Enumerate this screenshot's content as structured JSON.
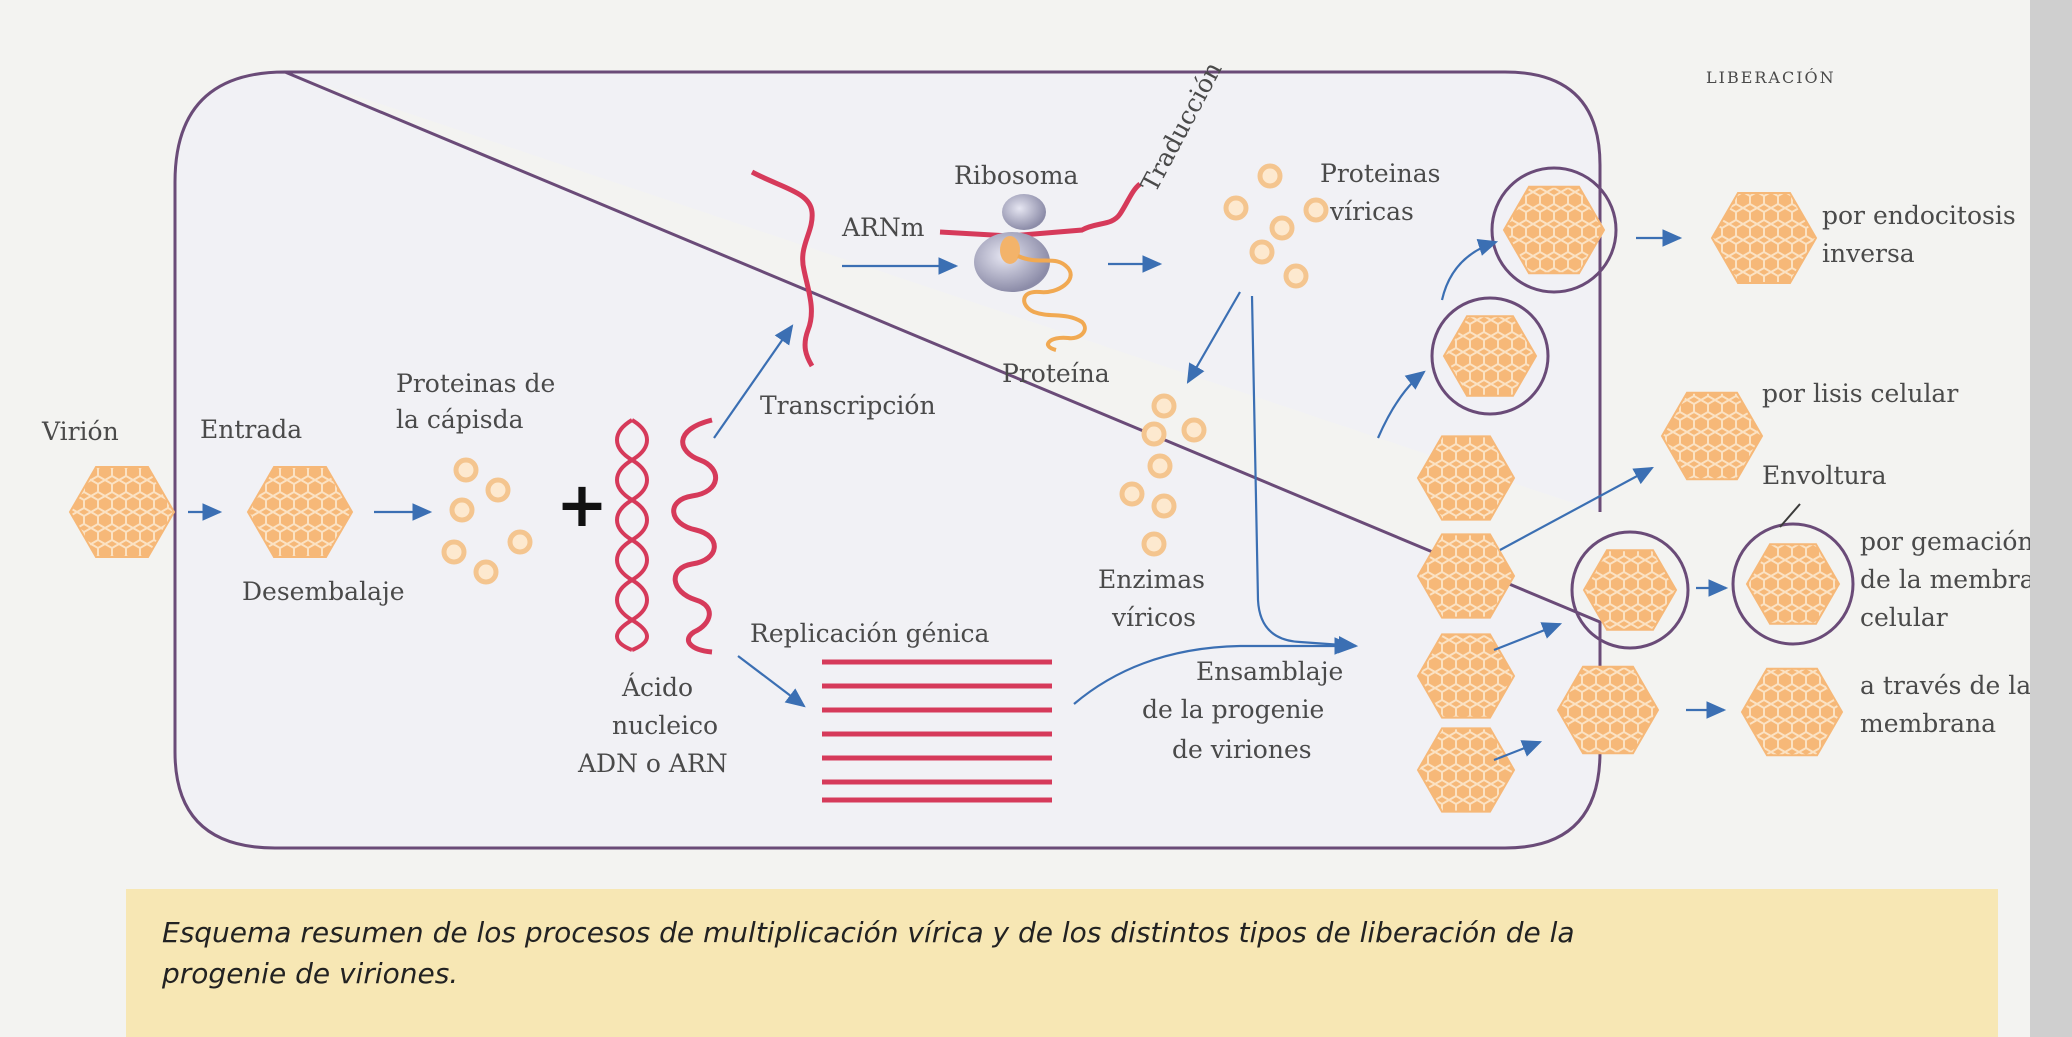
{
  "labels": {
    "virion": "Virión",
    "entrada": "Entrada",
    "desembalaje": "Desembalaje",
    "proteinas_capsida_1": "Proteinas de",
    "proteinas_capsida_2": "la cápisda",
    "plus": "+",
    "acido_1": "Ácido",
    "acido_2": "nucleico",
    "acido_3": "ADN o ARN",
    "transcripcion": "Transcripción",
    "arnm": "ARNm",
    "ribosoma": "Ribosoma",
    "proteina": "Proteína",
    "traduccion": "Traducción",
    "proteinas_viricas_1": "Proteinas",
    "proteinas_viricas_2": "víricas",
    "enzimas_1": "Enzimas",
    "enzimas_2": "víricos",
    "replicacion": "Replicación génica",
    "ensamblaje_1": "Ensamblaje",
    "ensamblaje_2": "de la progenie",
    "ensamblaje_3": "de viriones",
    "liberacion": "LIBERACIÓN",
    "endocitosis_1": "por endocitosis",
    "endocitosis_2": "inversa",
    "lisis": "por lisis celular",
    "envoltura": "Envoltura",
    "gemacion_1": "por gemación",
    "gemacion_2": "de la membrana",
    "gemacion_3": "celular",
    "traves_1": "a través de la",
    "traves_2": "membrana"
  },
  "caption": {
    "line1": "Esquema resumen de los procesos de multiplicación vírica y de los distintos tipos de liberación de la",
    "line2": "progenie de viriones."
  },
  "colors": {
    "capsid_fill": "#f6b878",
    "capsid_line": "#fbe2c3",
    "nucleic_acid": "#d63a5a",
    "arrow": "#3b6fb3",
    "cell_border": "#6a4b78",
    "protein_dot": "#f4c58f",
    "ribosome": "#a8a8bf",
    "caption_bg": "#f7e7b4"
  },
  "icons": [
    "hexagonal-capsid-icon",
    "protein-dot-icon",
    "ribosome-icon",
    "arrow-icon"
  ]
}
